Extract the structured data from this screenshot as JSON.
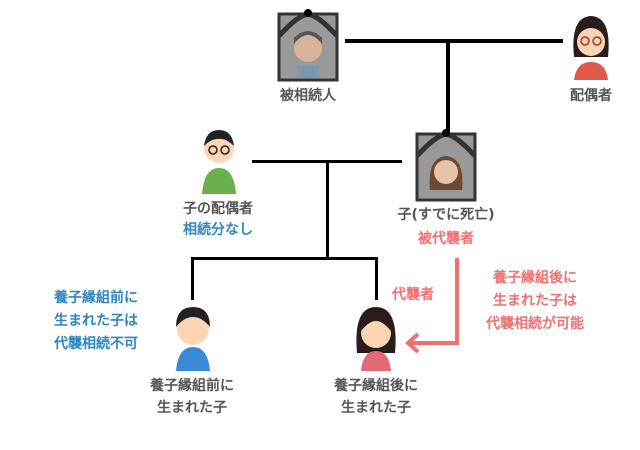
{
  "people": {
    "deceased": {
      "label": "被相続人"
    },
    "spouse": {
      "label": "配偶者"
    },
    "child_spouse": {
      "label": "子の配偶者",
      "note": "相続分なし"
    },
    "child": {
      "label": "子(すでに死亡)",
      "note": "被代襲者"
    },
    "child_before": {
      "label_line1": "養子縁組前に",
      "label_line2": "生まれた子"
    },
    "child_after": {
      "label_line1": "養子縁組後に",
      "label_line2": "生まれた子"
    }
  },
  "annotations": {
    "before": [
      "養子縁組前に",
      "生まれた子は",
      "代襲相続不可"
    ],
    "after": [
      "養子縁組後に",
      "生まれた子は",
      "代襲相続が可能"
    ],
    "representative": "代襲者"
  },
  "colors": {
    "red": "#f07070",
    "blue": "#2e86c1",
    "line": "#000000"
  }
}
